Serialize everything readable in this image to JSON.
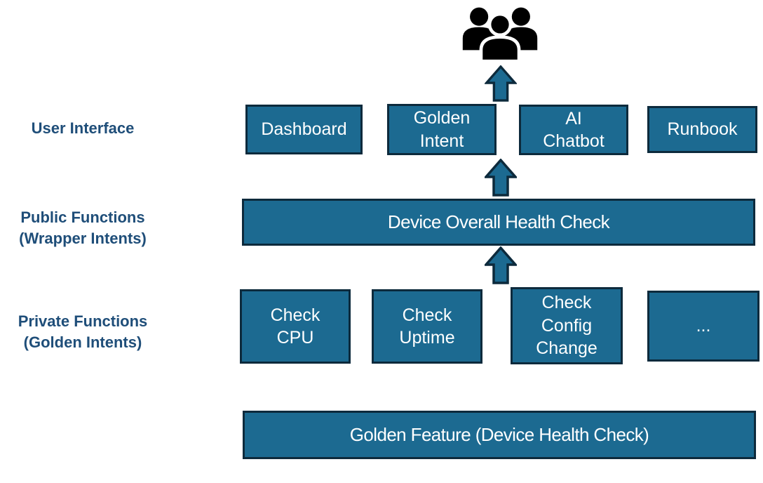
{
  "colors": {
    "box_fill": "#1C6A91",
    "box_border": "#0D2A3C",
    "box_text": "#FFFFFF",
    "label_text": "#1F4E79",
    "arrow_fill": "#1C6A91",
    "arrow_border": "#0D2A3C",
    "people_icon": "#000000",
    "background": "#FFFFFF"
  },
  "diagram": {
    "icons": {
      "people": "three-users-icon",
      "arrow": "block-arrow-up-icon"
    },
    "side_labels": [
      {
        "id": "user-interface",
        "lines": [
          "User Interface"
        ]
      },
      {
        "id": "public-functions",
        "lines": [
          "Public Functions",
          "(Wrapper Intents)"
        ]
      },
      {
        "id": "private-functions",
        "lines": [
          "Private Functions",
          "(Golden Intents)"
        ]
      }
    ],
    "ui_boxes": [
      {
        "id": "dashboard",
        "lines": [
          "Dashboard"
        ]
      },
      {
        "id": "golden-intent",
        "lines": [
          "Golden",
          "Intent"
        ]
      },
      {
        "id": "ai-chatbot",
        "lines": [
          "AI",
          "Chatbot"
        ]
      },
      {
        "id": "runbook",
        "lines": [
          "Runbook"
        ]
      }
    ],
    "public_box": {
      "lines": [
        "Device Overall Health Check"
      ]
    },
    "private_boxes": [
      {
        "id": "check-cpu",
        "lines": [
          "Check",
          "CPU"
        ]
      },
      {
        "id": "check-uptime",
        "lines": [
          "Check",
          "Uptime"
        ]
      },
      {
        "id": "check-config-change",
        "lines": [
          "Check",
          "Config",
          "Change"
        ]
      },
      {
        "id": "more",
        "lines": [
          "..."
        ]
      }
    ],
    "feature_box": {
      "lines": [
        "Golden Feature (Device Health Check)"
      ]
    }
  }
}
